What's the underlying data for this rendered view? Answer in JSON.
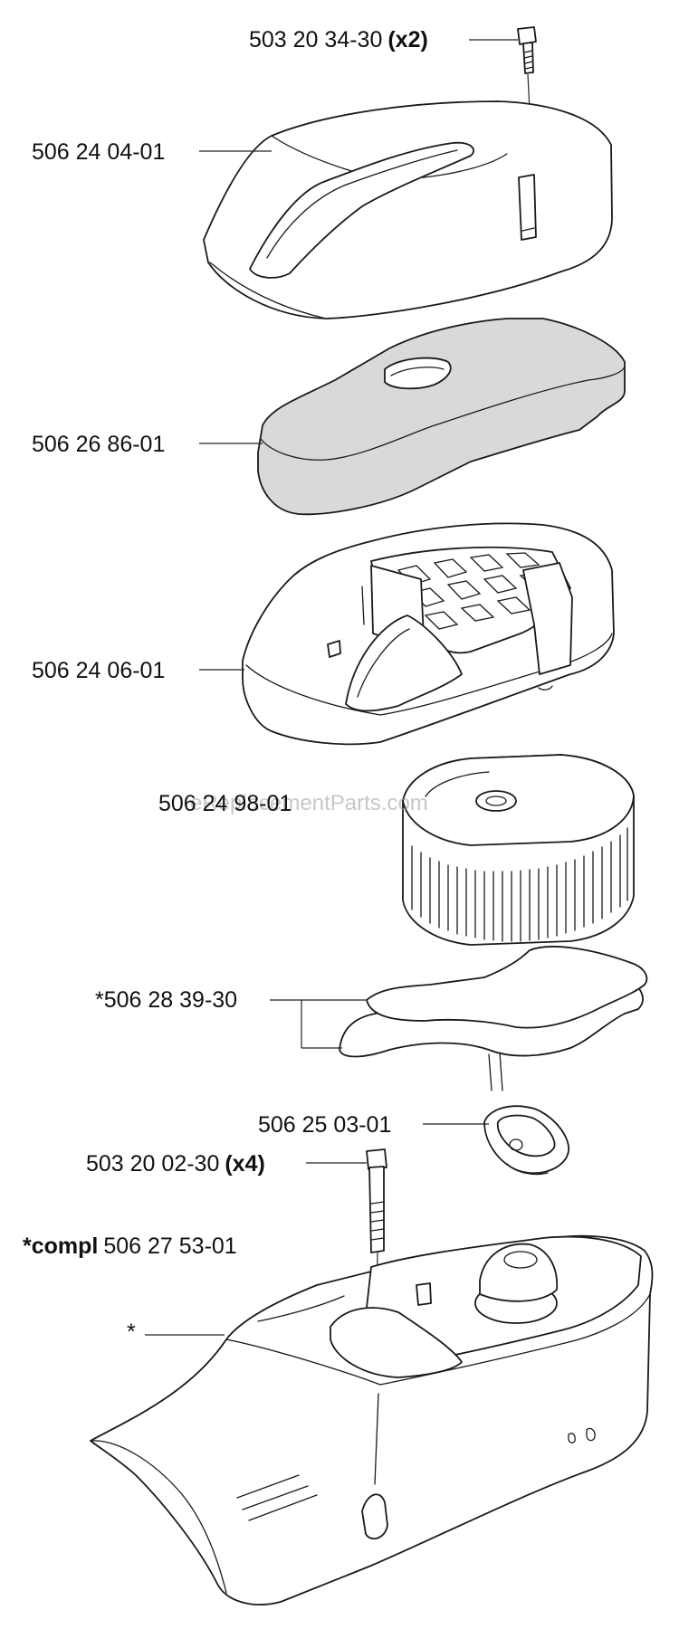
{
  "parts": [
    {
      "number": "503 20 34-30",
      "qty": "(x2)"
    },
    {
      "number": "506 24 04-01"
    },
    {
      "number": "506 26 86-01"
    },
    {
      "number": "506 24 06-01"
    },
    {
      "number": "506 24 98-01"
    },
    {
      "number": "*506 28 39-30"
    },
    {
      "number": "506 25 03-01"
    },
    {
      "number": "503 20 02-30",
      "qty": "(x4)"
    },
    {
      "number": "*",
      "prefix": "*compl",
      "compl_number": "506 27 53-01"
    }
  ],
  "watermark": "eReplacementParts.com"
}
